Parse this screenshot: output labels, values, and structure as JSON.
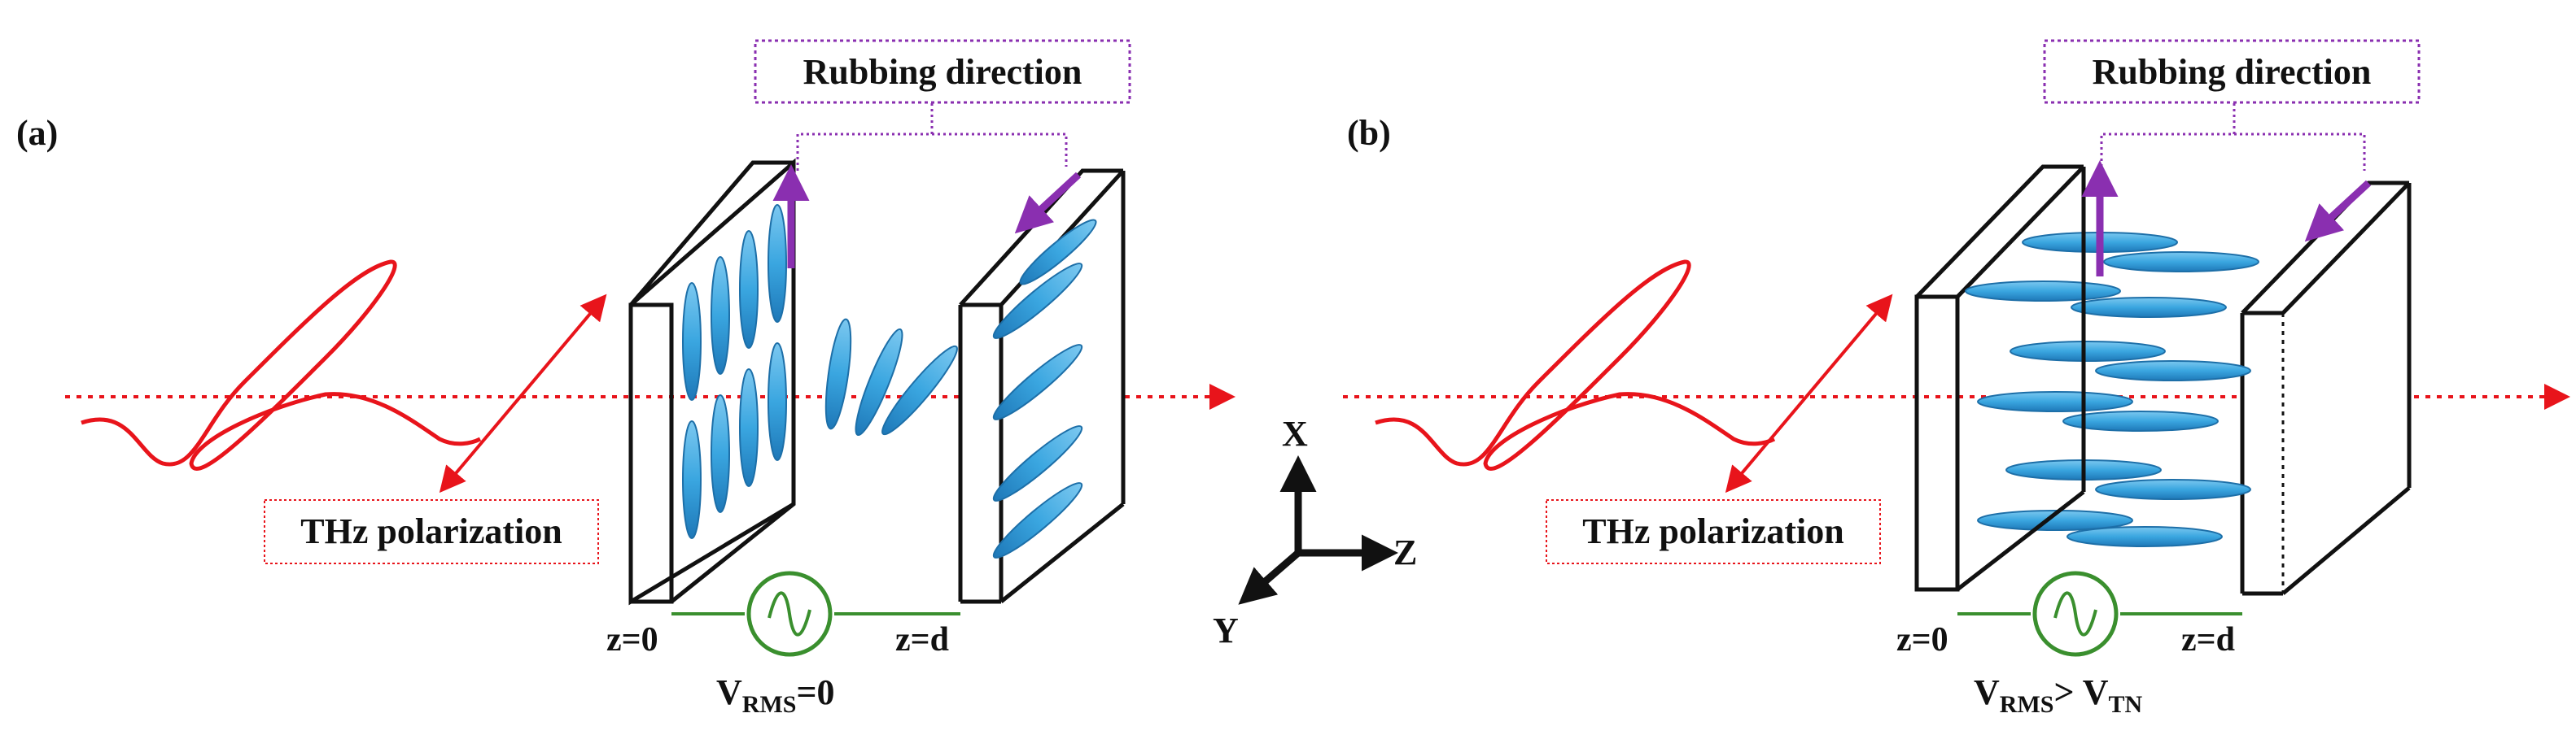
{
  "panels": [
    {
      "tag": "(a)",
      "rubbing_label": "Rubbing direction",
      "pol_label": "THz polarization",
      "z0": "z=0",
      "zd": "z=d",
      "v_main": "V",
      "v_sub": "RMS",
      "v_rest": "=0",
      "v_sub2": ""
    },
    {
      "tag": "(b)",
      "rubbing_label": "Rubbing direction",
      "pol_label": "THz polarization",
      "z0": "z=0",
      "zd": "z=d",
      "v_main": "V",
      "v_sub": "RMS",
      "v_rest": "> V",
      "v_sub2": "TN"
    }
  ],
  "axes": {
    "x": "X",
    "y": "Y",
    "z": "Z"
  },
  "colors": {
    "beam": "#e8141b",
    "wave": "#e8141b",
    "rubbing": "#8a2fb0",
    "frame": "#111111",
    "lc": "#3aa6e0",
    "lc_edge": "#1d6fa8",
    "circuit": "#3a8f2e"
  }
}
